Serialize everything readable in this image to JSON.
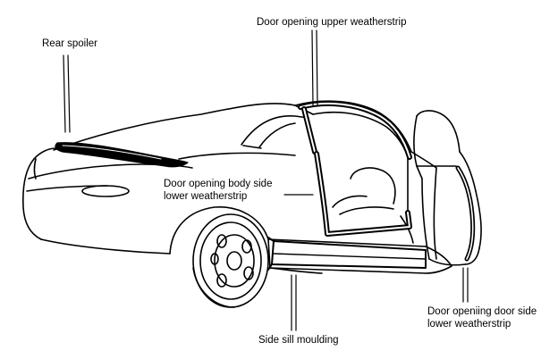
{
  "callouts": {
    "rear_spoiler": [
      "Rear spoiler"
    ],
    "door_upper": [
      "Door opening upper weatherstrip"
    ],
    "body_side_lower": [
      "Door opening body side",
      "lower weatherstrip"
    ],
    "side_sill": [
      "Side sill moulding"
    ],
    "door_side_lower": [
      "Door openiing door side",
      "lower weatherstrip"
    ]
  },
  "colors": {
    "line": "#000000",
    "background": "#ffffff"
  }
}
